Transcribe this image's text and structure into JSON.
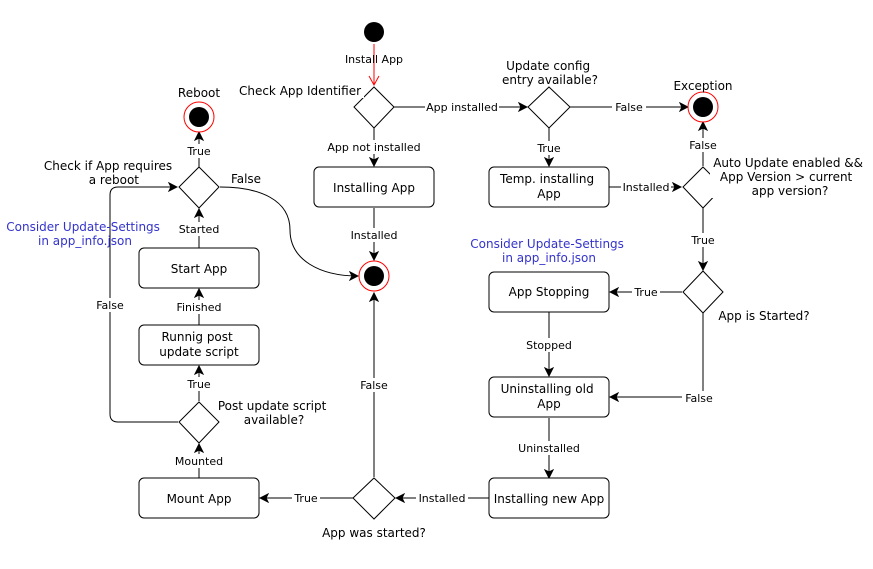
{
  "colors": {
    "stroke": "#000000",
    "fill": "#ffffff",
    "accent_red": "#ff0000",
    "note_blue": "#3333cc"
  },
  "nodes": {
    "install_app": "Install App",
    "check_app_identifier": "Check App Identifier",
    "update_config_q": [
      "Update config",
      "entry available?"
    ],
    "exception": "Exception",
    "reboot": "Reboot",
    "check_reboot_q": [
      "Check if App requires",
      "a reboot"
    ],
    "installing_app": "Installing App",
    "temp_installing": [
      "Temp. installing",
      "App"
    ],
    "auto_update_q": [
      "Auto Update enabled &&",
      "App Version > current",
      "app version?"
    ],
    "consider_left": [
      "Consider Update-Settings",
      "in app_info.json"
    ],
    "consider_right": [
      "Consider Update-Settings",
      "in app_info.json"
    ],
    "start_app": "Start App",
    "app_stopping": "App Stopping",
    "app_is_started_q": "App is Started?",
    "post_update_script": [
      "Runnig post",
      "update script"
    ],
    "uninstalling_old": [
      "Uninstalling old",
      "App"
    ],
    "post_script_available_q": [
      "Post update script",
      "available?"
    ],
    "mount_app": "Mount App",
    "installing_new": "Installing new App",
    "app_was_started_q": "App was started?"
  },
  "edges": {
    "app_installed": "App installed",
    "false_update_to_exception": "False",
    "app_not_installed": "App not installed",
    "true_update_to_temp": "True",
    "installed_temp_to_auto": "Installed",
    "false_auto_to_exception": "False",
    "true_reboot": "True",
    "false_reboot_to_end": "False",
    "started": "Started",
    "installed_to_end": "Installed",
    "true_auto_to_started": "True",
    "true_started_to_stopping": "True",
    "finished": "Finished",
    "false_loop": "False",
    "stopped": "Stopped",
    "true_post": "True",
    "false_started_to_uninstall": "False",
    "false_was_started_to_end": "False",
    "uninstalled": "Uninstalled",
    "mounted": "Mounted",
    "true_was_started_to_mount": "True",
    "installed_new_to_was_started": "Installed"
  }
}
